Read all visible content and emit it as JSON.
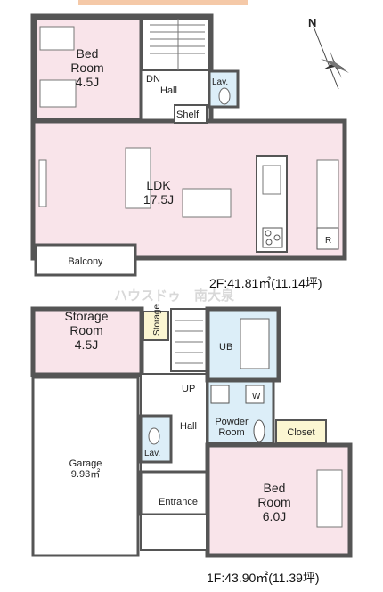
{
  "watermark": "ハウスドゥ　南大泉",
  "colors": {
    "wall": "#555555",
    "room_pink": "#f9e4ea",
    "wet_blue": "#dceef8",
    "storage_yellow": "#fbf6d2",
    "floor_white": "#ffffff"
  },
  "floor2": {
    "area": "2F:41.81㎡(11.14坪)",
    "bedroom": {
      "line1": "Bed",
      "line2": "Room",
      "line3": "4.5J"
    },
    "dn": "DN",
    "hall": "Hall",
    "lav": "Lav.",
    "shelf": "Shelf",
    "ldk": {
      "line1": "LDK",
      "line2": "17.5J"
    },
    "balcony": "Balcony",
    "r_mark": "R"
  },
  "floor1": {
    "area": "1F:43.90㎡(11.39坪)",
    "storage_room": {
      "line1": "Storage",
      "line2": "Room",
      "line3": "4.5J"
    },
    "storage": "Storage",
    "ub": "UB",
    "up": "UP",
    "hall": "Hall",
    "w_mark": "W",
    "powder_room": {
      "line1": "Powder",
      "line2": "Room"
    },
    "closet": "Closet",
    "garage": {
      "line1": "Garage",
      "line2": "9.93㎡"
    },
    "lav": "Lav.",
    "entrance": "Entrance",
    "bedroom": {
      "line1": "Bed",
      "line2": "Room",
      "line3": "6.0J"
    }
  }
}
